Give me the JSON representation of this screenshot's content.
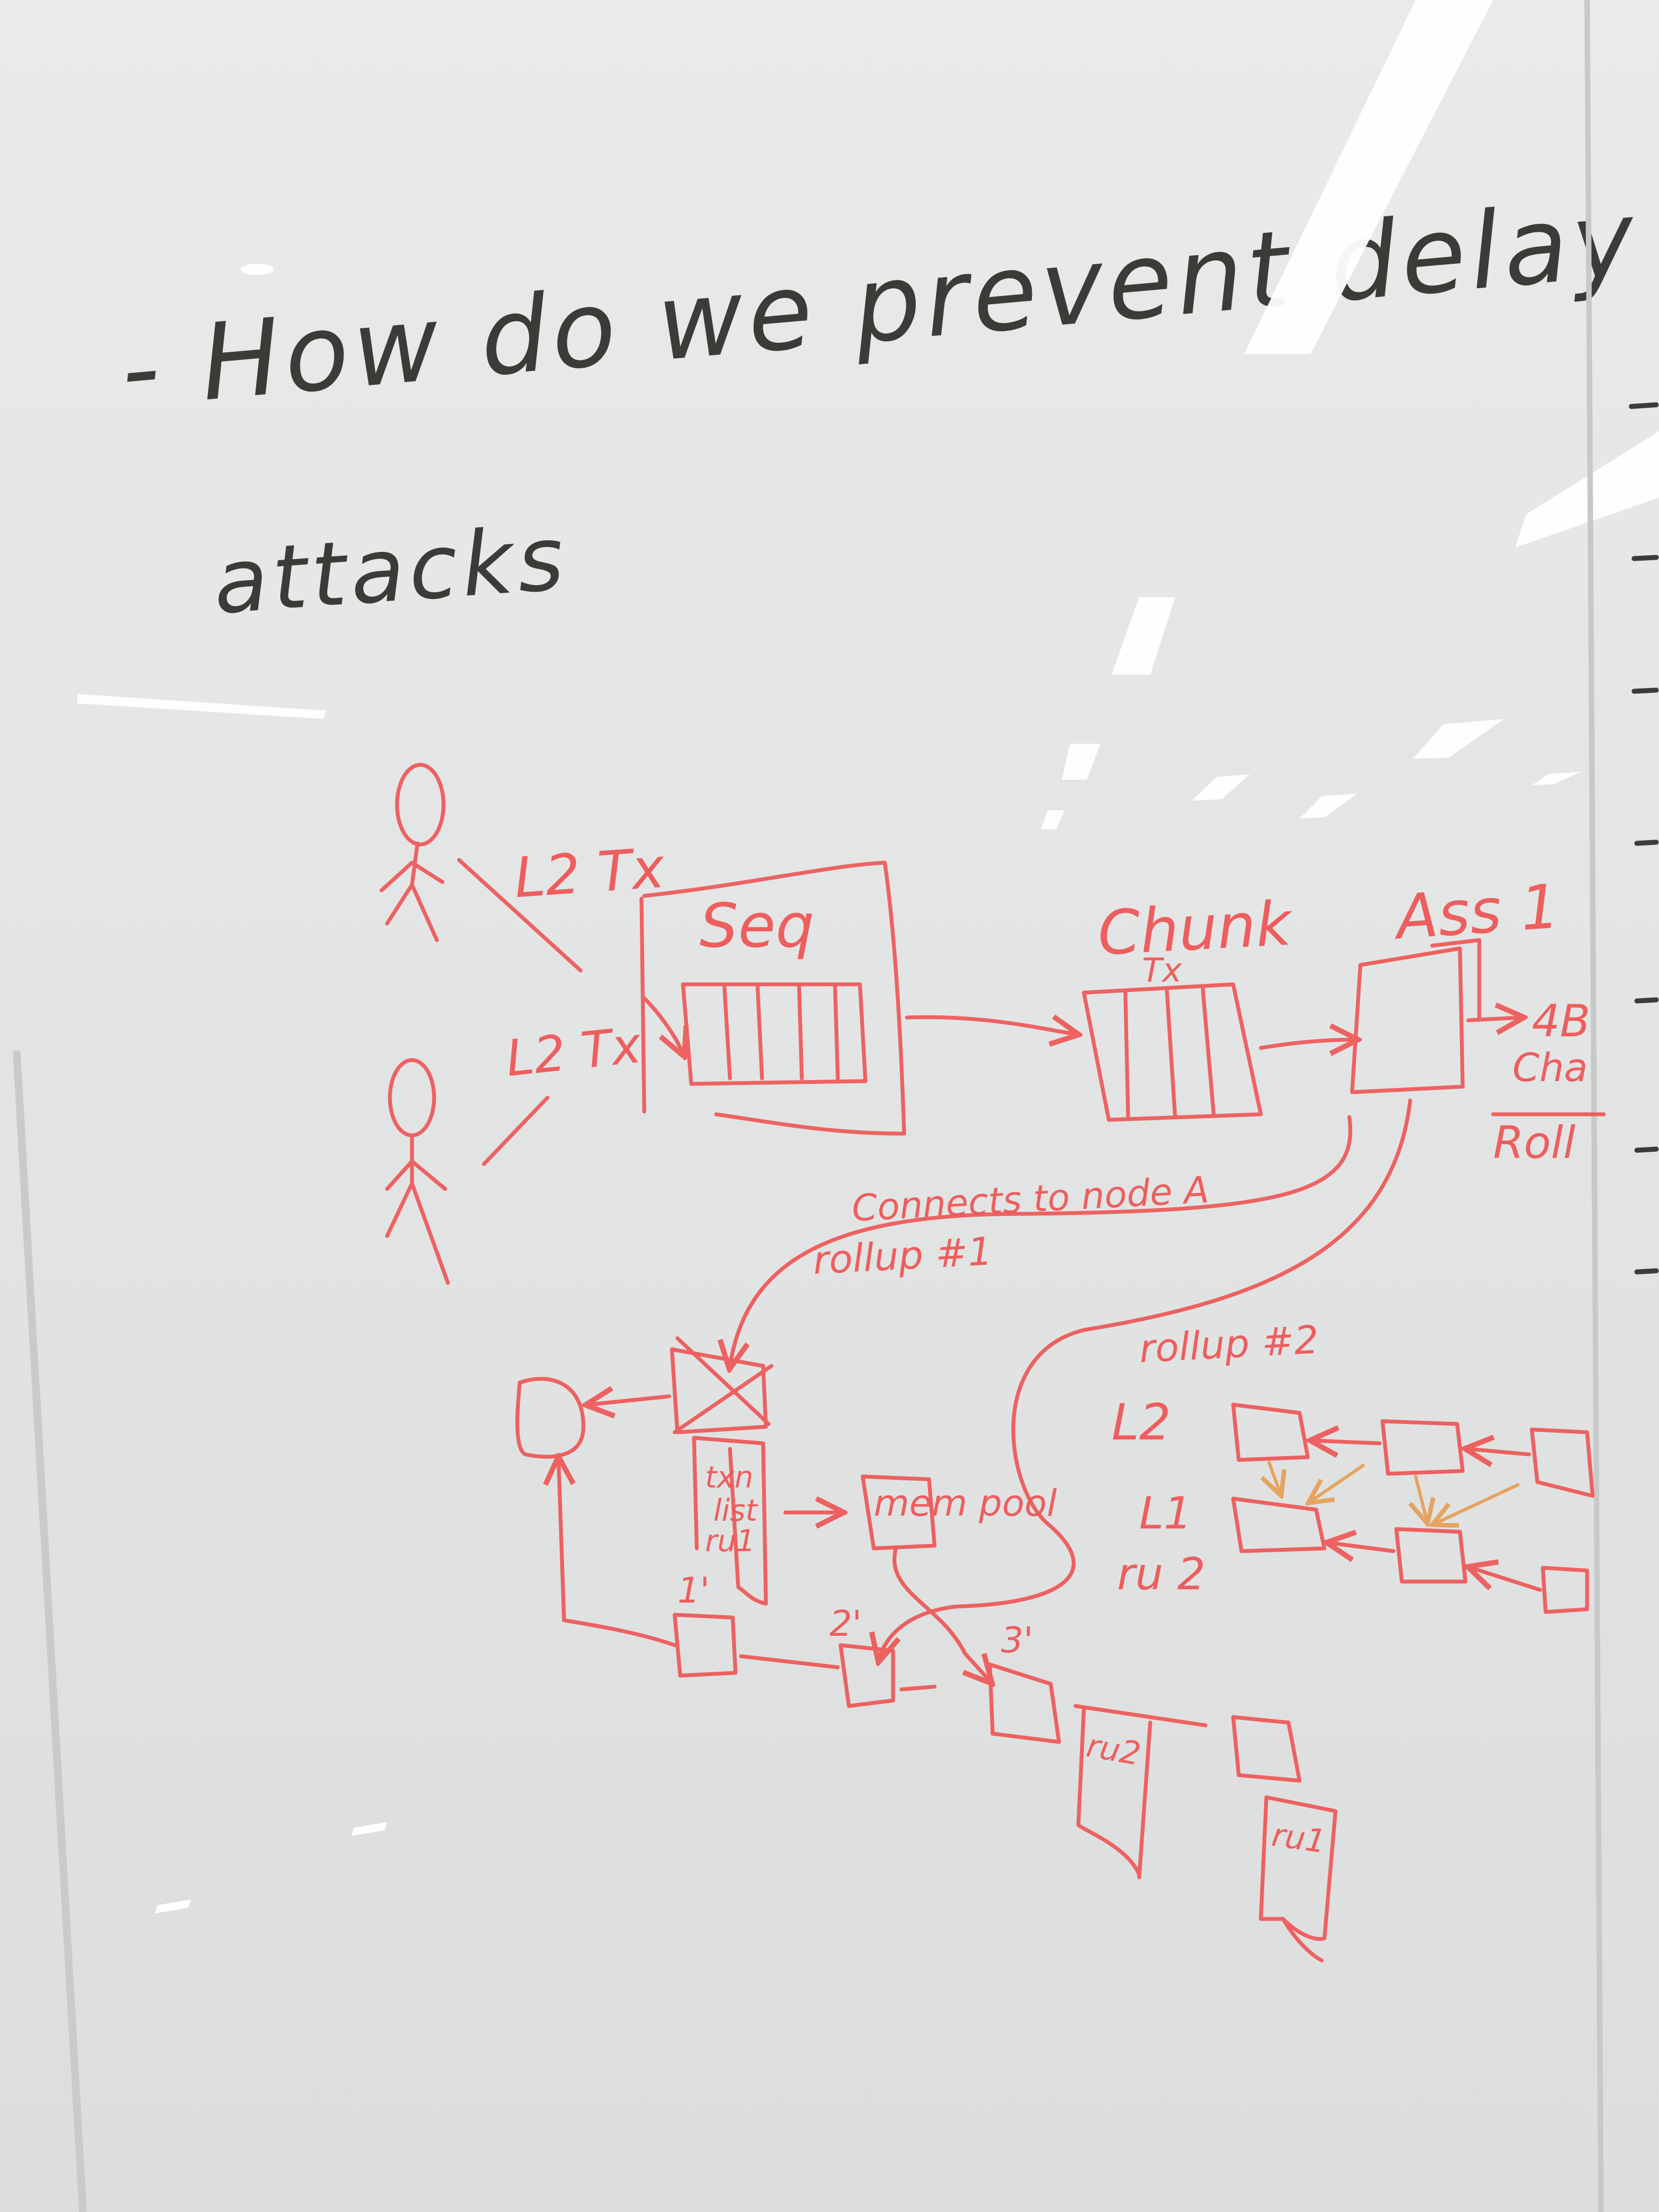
{
  "title": {
    "line1": "- How do we prevent delay",
    "line2": "attacks"
  },
  "labels": {
    "l2tx_top": "L2 Tx",
    "l2tx_bottom": "L2 Tx",
    "seq": "Seq",
    "chunk": "Chunk",
    "chunk_tx": "Tx",
    "assi": "Ass 1",
    "right_edge_1": "4B",
    "right_edge_2": "Cha",
    "right_edge_3": "Roll",
    "connects": "Connects to node A",
    "rollup1": "rollup #1",
    "rollup2": "rollup #2",
    "tx_list_1": "txn",
    "tx_list_2": "list",
    "tx_list_3": "ru1",
    "mempool": "mem pool",
    "l2": "L2",
    "l1": "L1",
    "ru2_side": "ru 2",
    "n1": "1'",
    "n2": "2'",
    "n3": "3'",
    "ru2_doc": "ru2",
    "ru1_doc": "ru1"
  },
  "colors": {
    "marker_red": "#ef5757",
    "marker_orange": "#e6a15a",
    "marker_black": "#3d3b37",
    "board": "#e6e8e8"
  }
}
